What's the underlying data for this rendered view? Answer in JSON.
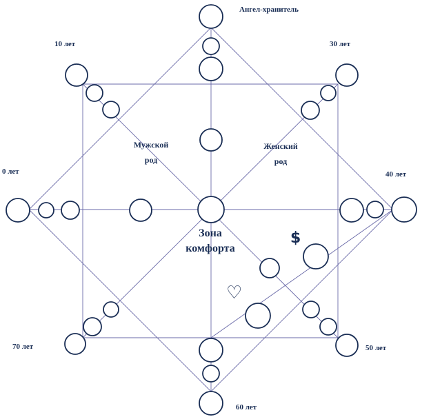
{
  "labels": {
    "angel": "Ангел-хранитель",
    "age_10": "10 лет",
    "age_30": "30 лет",
    "age_0": "0 лет",
    "age_40": "40 лет",
    "age_70": "70 лет",
    "age_50": "50 лет",
    "age_60": "60 лет",
    "male_line_1": "Мужской",
    "male_line_2": "род",
    "female_line_1": "Женский",
    "female_line_2": "род",
    "comfort_line_1": "Зона",
    "comfort_line_2": "комфорта"
  },
  "symbols": {
    "dollar": "$",
    "heart": "♡"
  },
  "colors": {
    "circle_stroke": "#1a2e55",
    "line_stroke": "#6a6aa8",
    "text": "#1a2e55"
  }
}
